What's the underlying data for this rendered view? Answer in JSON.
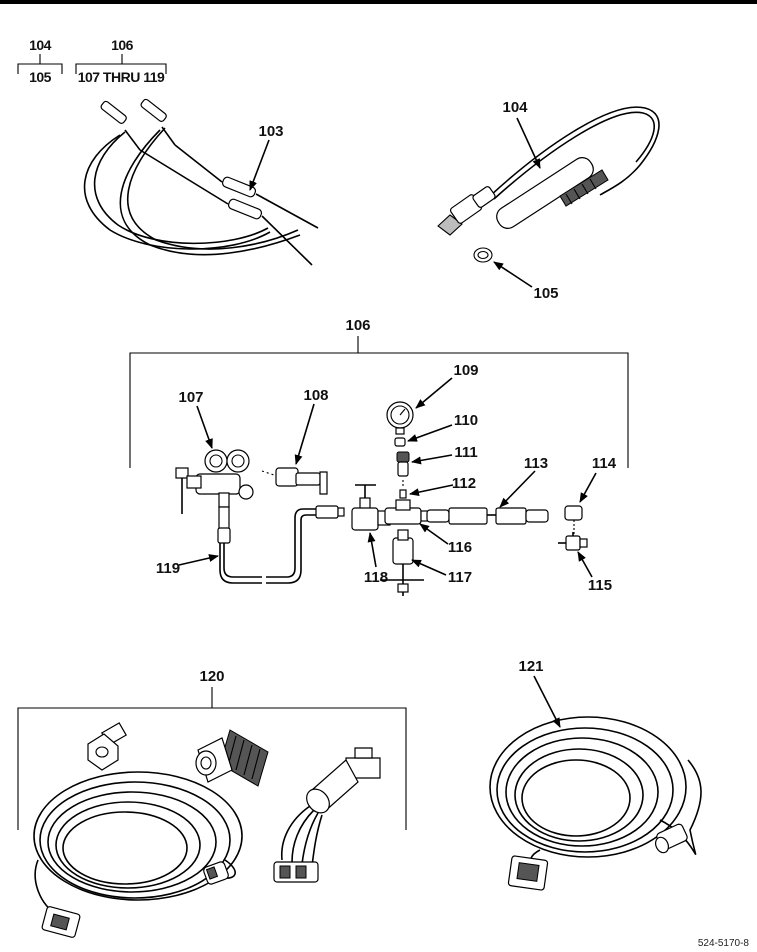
{
  "header_key": {
    "col1_top": "104",
    "col1_bottom": "105",
    "col2_top": "106",
    "col2_bottom": "107 THRU 119"
  },
  "callouts": {
    "c103": "103",
    "c104": "104",
    "c105": "105",
    "c106": "106",
    "c107": "107",
    "c108": "108",
    "c109": "109",
    "c110": "110",
    "c111": "111",
    "c112": "112",
    "c113": "113",
    "c114": "114",
    "c115": "115",
    "c116": "116",
    "c117": "117",
    "c118": "118",
    "c119": "119",
    "c120": "120",
    "c121": "121"
  },
  "figure_id": "524-5170-8"
}
